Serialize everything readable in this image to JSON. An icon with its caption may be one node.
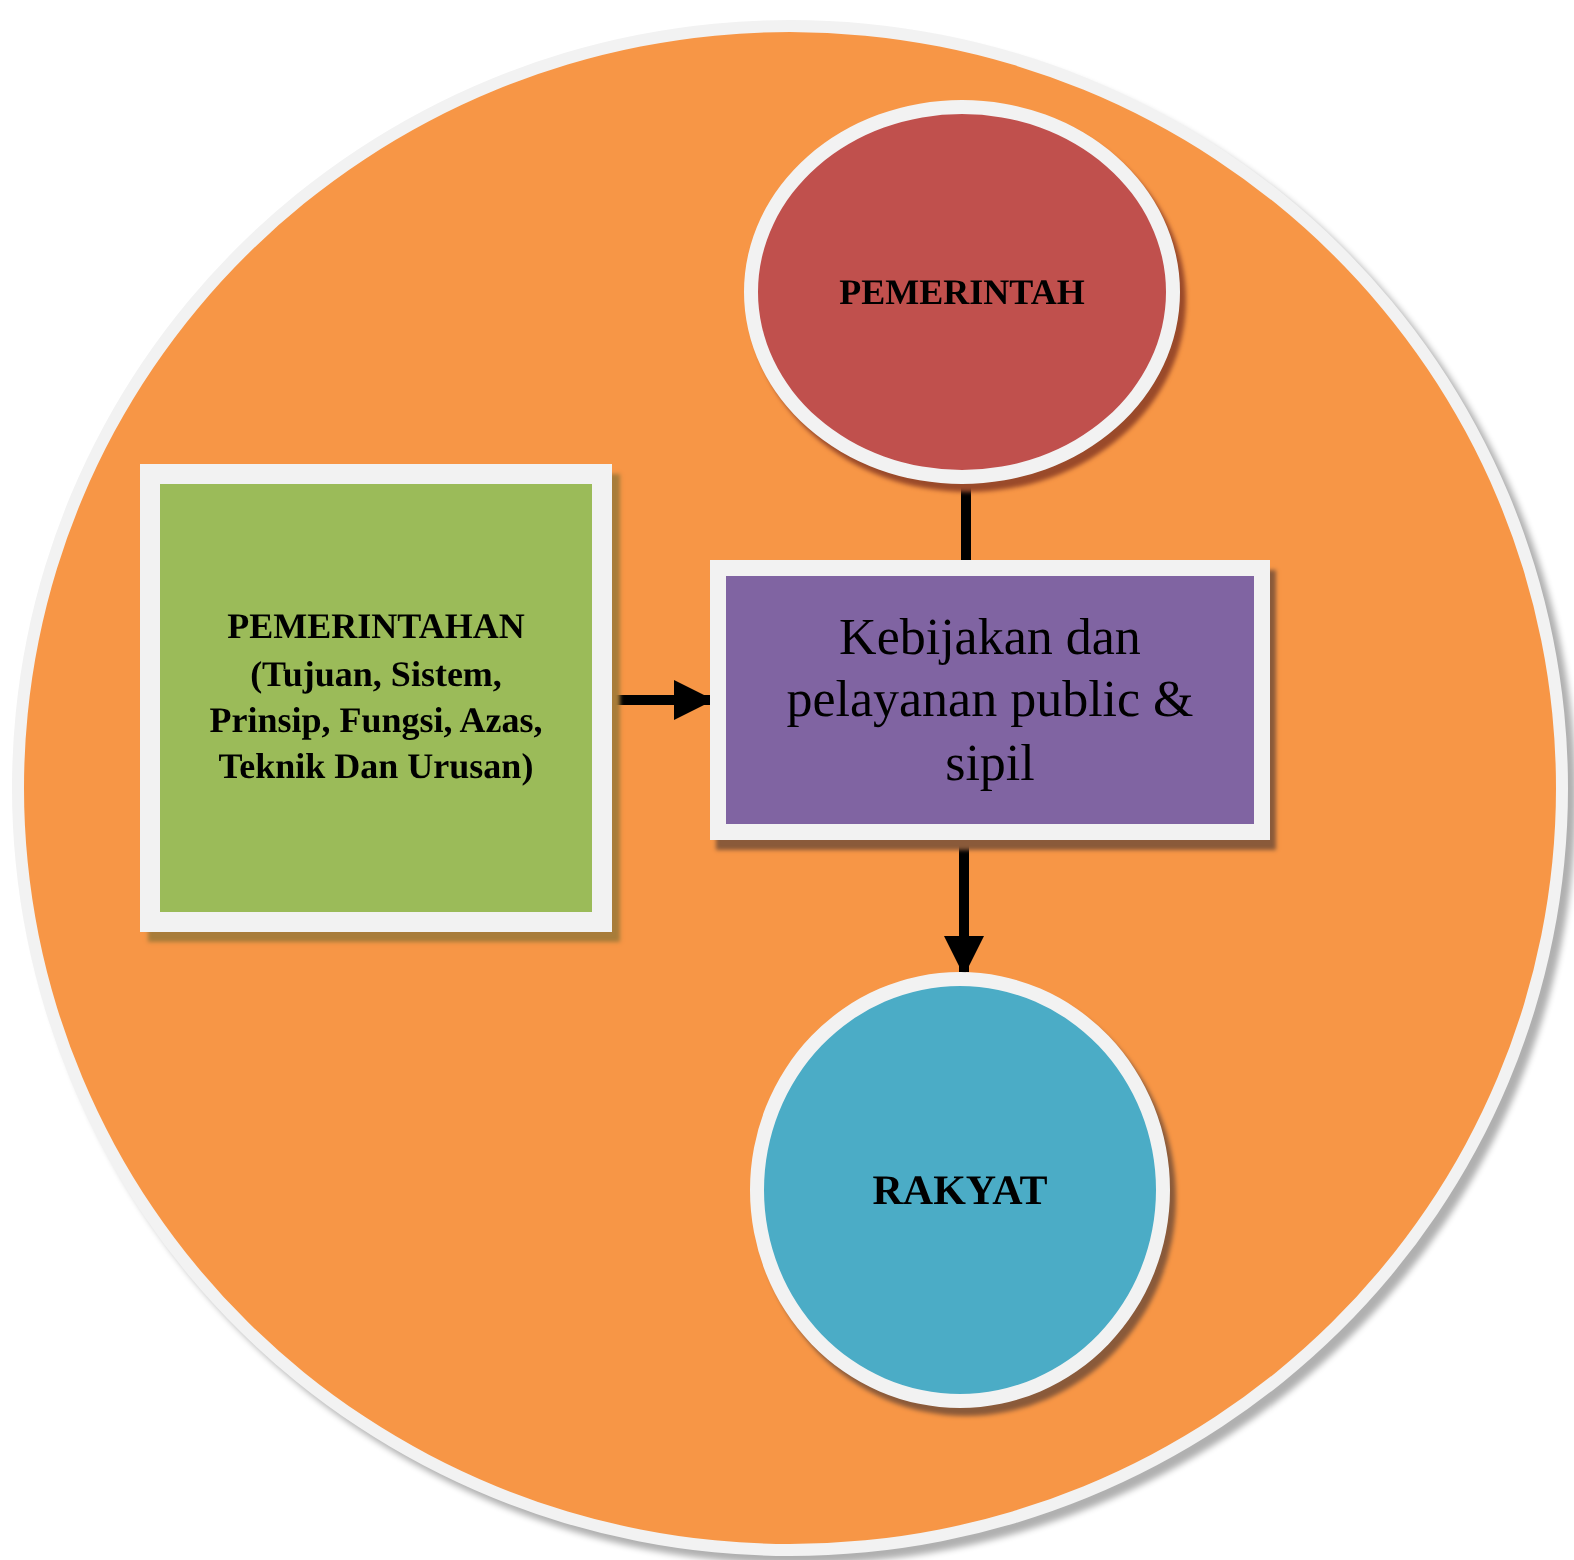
{
  "diagram": {
    "nodes": [
      {
        "text": [],
        "shape": "circle"
      },
      {
        "text": [
          "PEMERINTAH"
        ],
        "in": 0
      },
      {
        "text": [
          "PEMERINTAHAN (Tujuan, Sistem, Prinsip, Fungsi, Azas, Teknik Dan Urusan)"
        ],
        "in": 0
      },
      {
        "text": [
          "Kebijakan dan pelayanan public & sipil"
        ],
        "in": 0
      },
      {
        "text": [
          "RAKYAT"
        ],
        "in": 0
      }
    ],
    "edges": [
      {
        "from": 1,
        "to": 3,
        "arrow": "none"
      },
      {
        "from": 2,
        "to": 3,
        "arrow": "to"
      },
      {
        "from": 3,
        "to": 4,
        "arrow": "to"
      }
    ]
  }
}
